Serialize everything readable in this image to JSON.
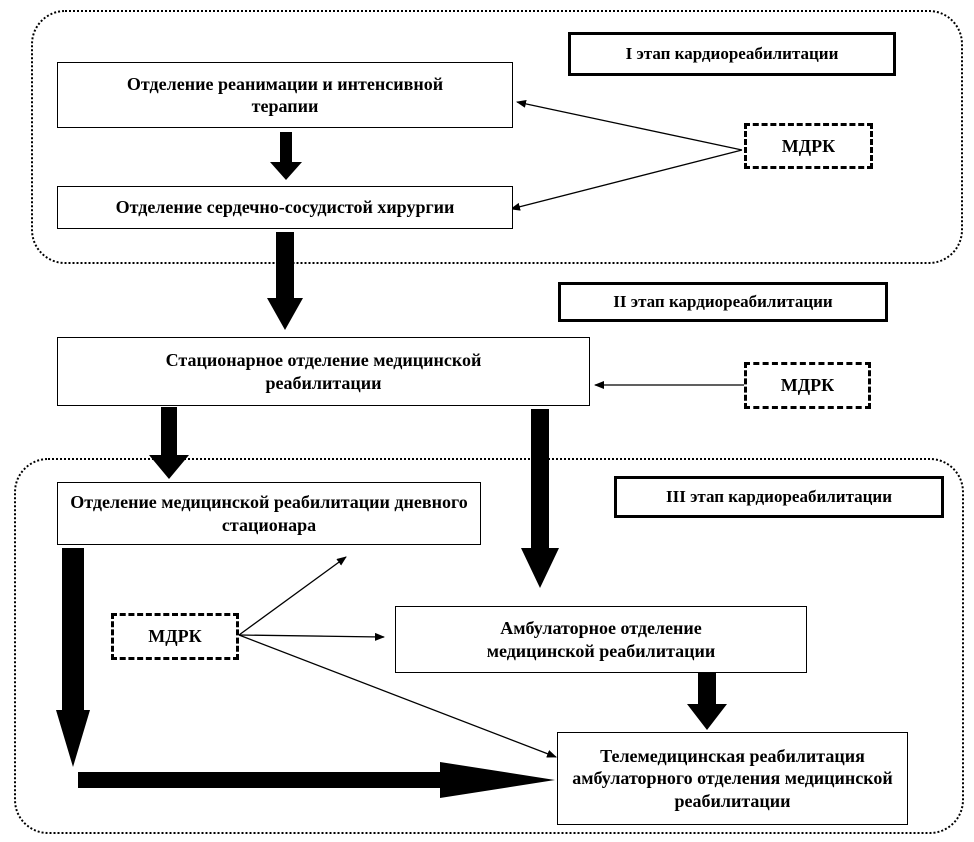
{
  "stages": {
    "stage1": "I этап кардиореабилитации",
    "stage2": "II этап кардиореабилитации",
    "stage3": "III этап кардиореабилитации"
  },
  "departments": {
    "icu": "Отделение реанимации и интенсивной терапии",
    "cardiac_surgery": "Отделение сердечно-сосудистой хирургии",
    "inpatient_rehab": "Стационарное отделение медицинской реабилитации",
    "day_hospital_rehab": "Отделение медицинской реабилитации дневного стационара",
    "outpatient_rehab": "Амбулаторное отделение медицинской реабилитации",
    "telemedicine_rehab": "Телемедицинская реабилитация амбулаторного отделения медицинской реабилитации"
  },
  "mdrk": {
    "stage1": "МДРК",
    "stage2": "МДРК",
    "stage3": "МДРК"
  }
}
